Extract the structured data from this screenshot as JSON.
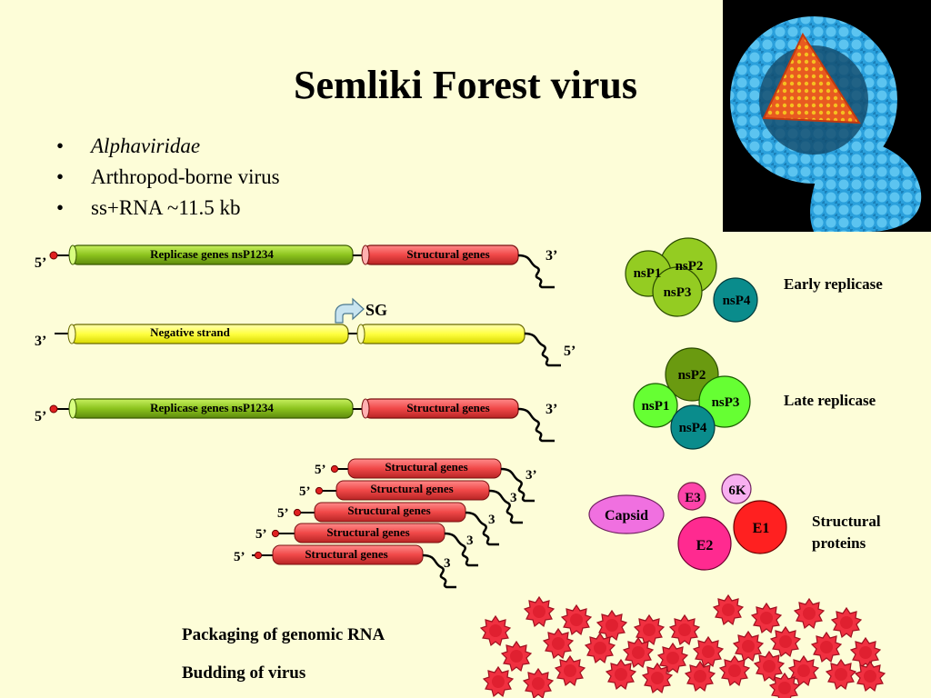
{
  "title": "Semliki Forest virus",
  "bullets": [
    "Alphaviridae",
    "Arthropod-borne virus",
    "ss+RNA ~11.5 kb"
  ],
  "genome": {
    "replicase": "Replicase genes nsP1234",
    "structural": "Structural genes",
    "negative": "Negative strand",
    "sg": "SG",
    "five_prime": "5’",
    "three_prime": "3’",
    "three_plain": "3"
  },
  "early": {
    "label": "Early replicase",
    "nsp1": "nsP1",
    "nsp2": "nsP2",
    "nsp3": "nsP3",
    "nsp4": "nsP4"
  },
  "late": {
    "label": "Late replicase",
    "nsp1": "nsP1",
    "nsp2": "nsP2",
    "nsp3": "nsP3",
    "nsp4": "nsP4"
  },
  "structural": {
    "label_line1": "Structural",
    "label_line2": "proteins",
    "capsid": "Capsid",
    "e3": "E3",
    "sixk": "6K",
    "e1": "E1",
    "e2": "E2"
  },
  "steps": {
    "packaging": "Packaging of genomic RNA",
    "budding": "Budding of virus"
  },
  "colors": {
    "background": "#fdfdd8",
    "replicase": "#94cc22",
    "structural": "#f05050",
    "negative": "#ffff44",
    "virus_shell": "#2fa8e0",
    "virus_core": "#e8602a",
    "teal": "#0a8c8c",
    "green_light": "#66ff33",
    "green_dark": "#6a9a10",
    "magenta": "#ff44aa",
    "pink": "#f070e0",
    "red": "#ff2020"
  }
}
